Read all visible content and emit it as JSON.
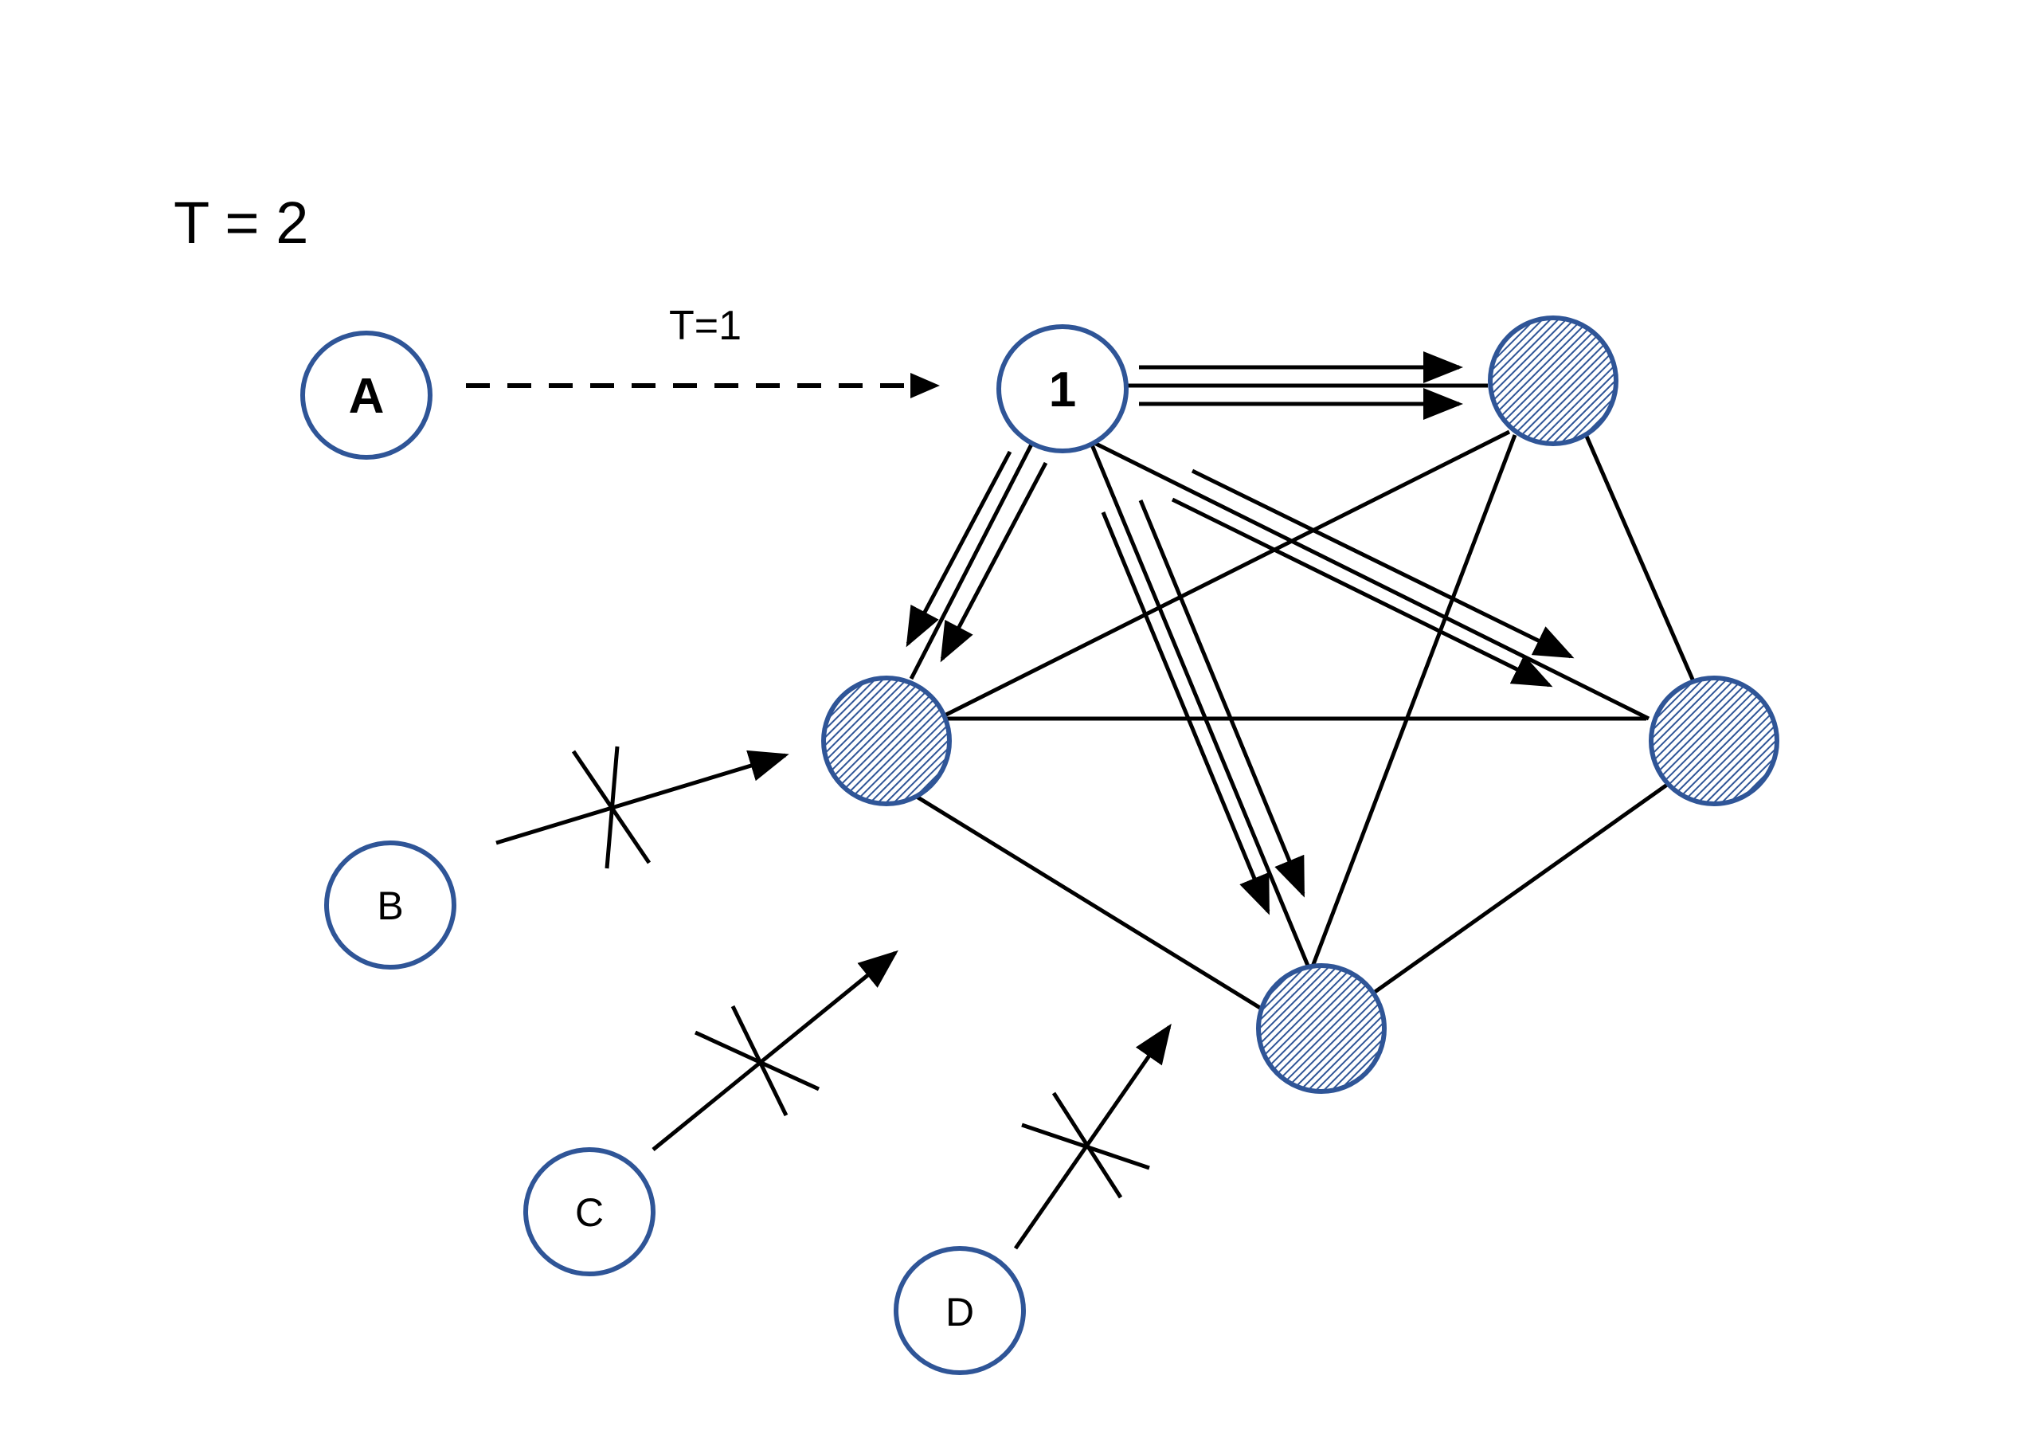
{
  "diagram": {
    "title": "T = 2",
    "transfer_label": "T=1",
    "nodes": {
      "a": "A",
      "one": "1",
      "b": "B",
      "c": "C",
      "d": "D"
    },
    "colors": {
      "node_outline": "#2f5597",
      "hatch_line": "#2f5597",
      "edge": "#000000"
    }
  }
}
